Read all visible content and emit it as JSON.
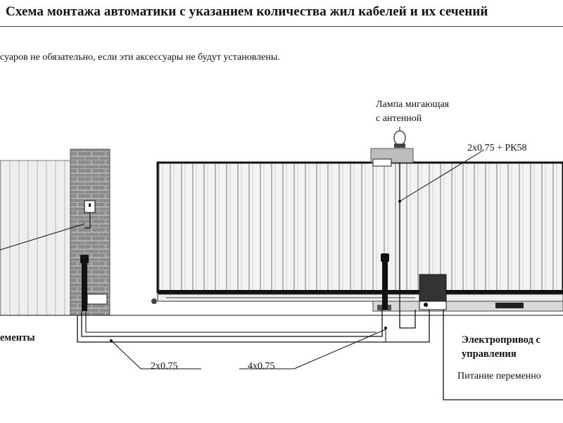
{
  "title": "Схема монтажа автоматики с указанием количества жил кабелей и их сечений",
  "note": "суаров не обязательно, если эти аксессуары не будут установлены.",
  "labels": {
    "lamp_line1": "Лампа мигающая",
    "lamp_line2": "с антенной",
    "cable_top": "2х0.75 + РК58",
    "cable_left": "2х0.75",
    "cable_mid": "4х0.75",
    "elements": "ементы",
    "drive_line1": "Электропривод с",
    "drive_line2": "управления",
    "power": "Питание переменно"
  },
  "colors": {
    "line": "#111111",
    "fence_fill": "#eeeeee",
    "gate_fill": "#f2f2f2",
    "brick": "#8a8a8a",
    "motor": "#333333"
  }
}
